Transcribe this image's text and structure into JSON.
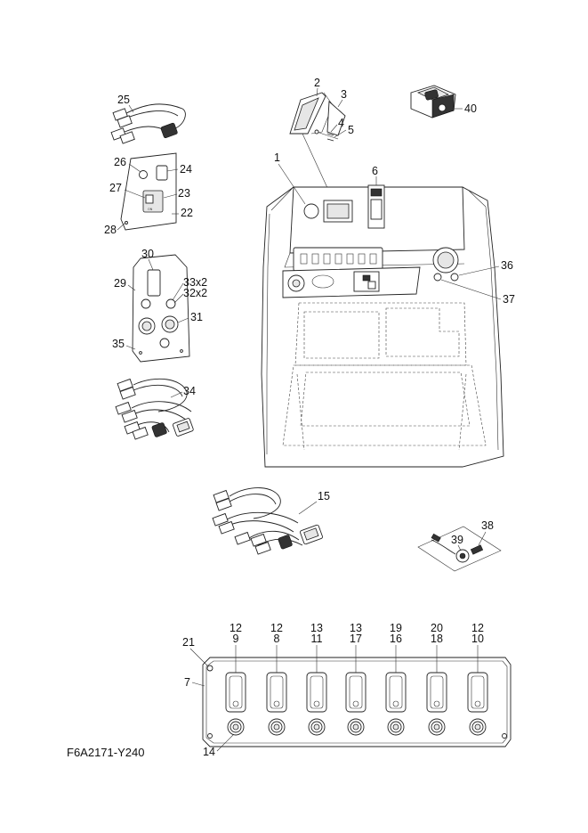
{
  "figure_code": "F6A2171-Y240",
  "callouts": {
    "c1": "1",
    "c2": "2",
    "c3": "3",
    "c4": "4",
    "c5": "5",
    "c6": "6",
    "c7": "7",
    "c14": "14",
    "c15": "15",
    "c21": "21",
    "c22": "22",
    "c23": "23",
    "c24": "24",
    "c25": "25",
    "c26": "26",
    "c27": "27",
    "c28": "28",
    "c29": "29",
    "c30": "30",
    "c31": "31",
    "c32x2": "32x2",
    "c33x2": "33x2",
    "c34": "34",
    "c35": "35",
    "c36": "36",
    "c37": "37",
    "c38": "38",
    "c39": "39",
    "c40": "40"
  },
  "switch_panel_labels": [
    {
      "top": "12",
      "bottom": "9"
    },
    {
      "top": "12",
      "bottom": "8"
    },
    {
      "top": "13",
      "bottom": "11"
    },
    {
      "top": "13",
      "bottom": "17"
    },
    {
      "top": "19",
      "bottom": "16"
    },
    {
      "top": "20",
      "bottom": "18"
    },
    {
      "top": "12",
      "bottom": "10"
    }
  ]
}
